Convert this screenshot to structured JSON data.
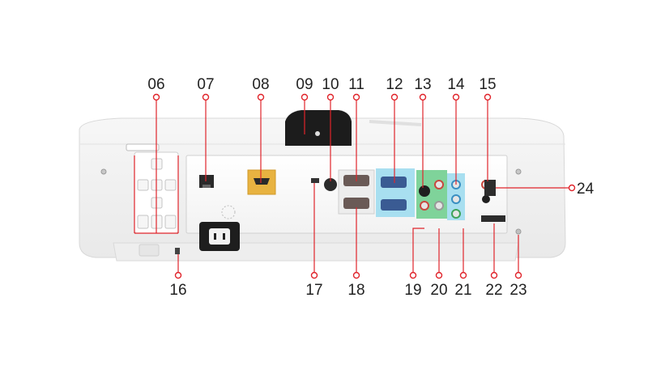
{
  "diagram": {
    "accent_color": "#e0242b",
    "callouts_top": [
      "06",
      "07",
      "08",
      "09",
      "10",
      "11",
      "12",
      "13",
      "14",
      "15"
    ],
    "callouts_bottom": [
      "16",
      "17",
      "18",
      "19",
      "20",
      "21",
      "22",
      "23"
    ],
    "callout_right": "24",
    "panel_colors": {
      "hdmi": "#e8b341",
      "vga_group": "#a8dff0",
      "video_group": "#7fd39a",
      "component_group": "#a8dff0"
    },
    "keypad_icons": [
      "power-icon",
      "up-arrow-icon",
      "left-arrow-icon",
      "enter-icon",
      "right-arrow-icon",
      "down-arrow-icon",
      "menu-exit-icon",
      "source-icon",
      "blank-icon"
    ]
  }
}
